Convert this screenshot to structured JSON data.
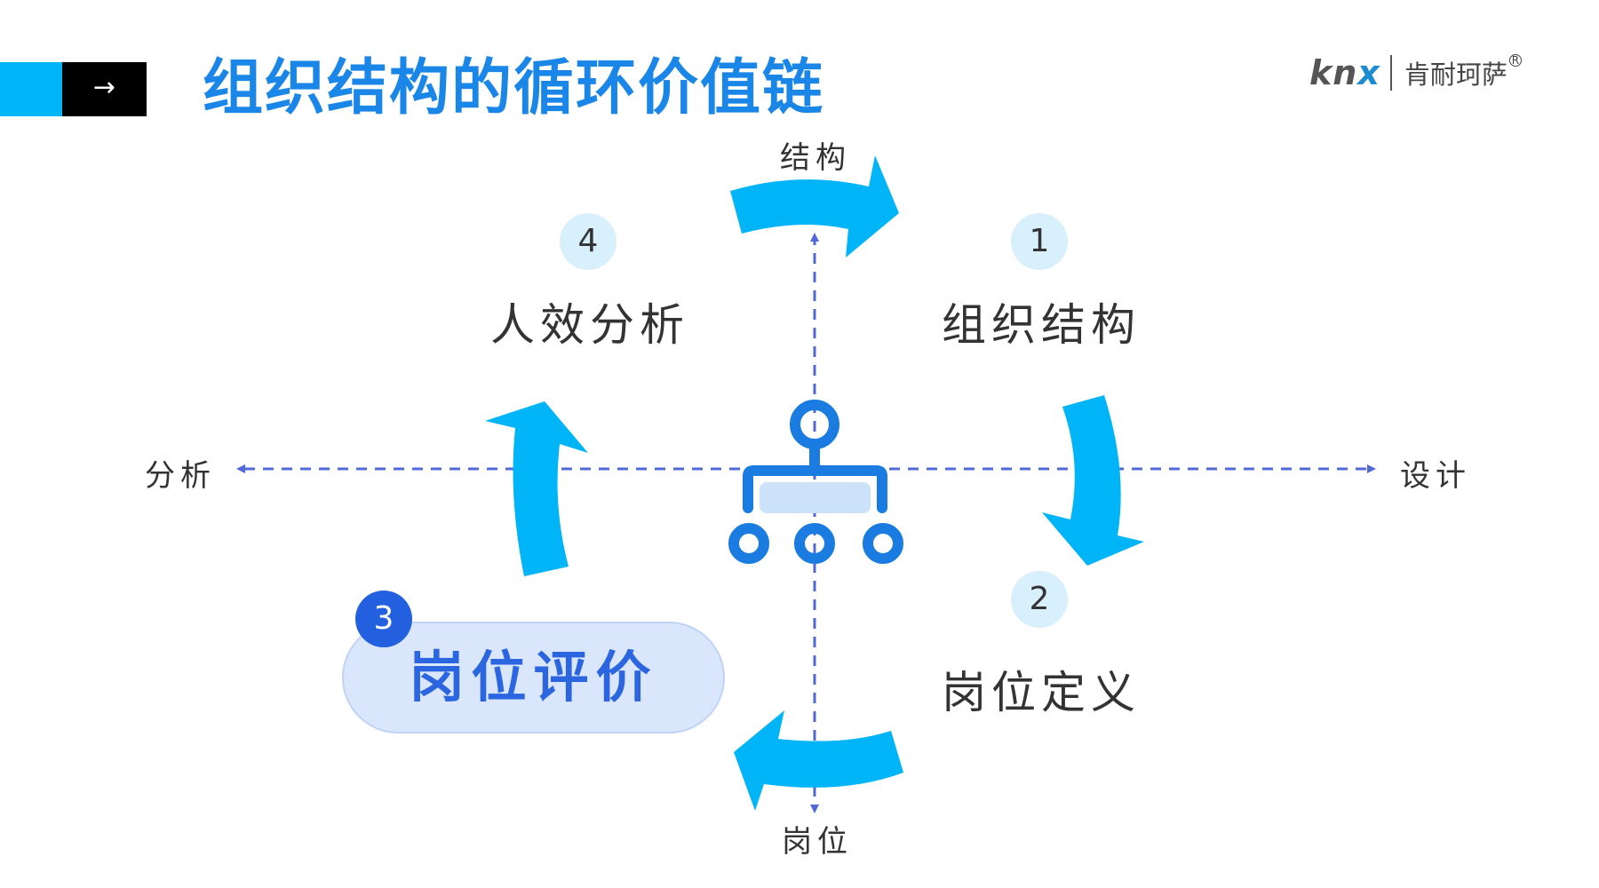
{
  "header": {
    "arrow_glyph": "→",
    "title": "组织结构的循环价值链"
  },
  "logo": {
    "latin_kn": "kn",
    "latin_x": "x",
    "chinese": "肯耐珂萨",
    "registered": "R"
  },
  "axes": {
    "top": "结构",
    "bottom": "岗位",
    "left": "分析",
    "right": "设计"
  },
  "steps": [
    {
      "number": "1",
      "label": "组织结构"
    },
    {
      "number": "2",
      "label": "岗位定义"
    },
    {
      "number": "3",
      "label": "岗位评价",
      "highlighted": true
    },
    {
      "number": "4",
      "label": "人效分析"
    }
  ],
  "center_icon": "org-chart-icon",
  "colors": {
    "title": "#1a86e8",
    "arrow": "#00b4f8",
    "axis": "#5068d8",
    "icon": "#1a7be0",
    "highlight_pill": "#d9e6fb",
    "highlight_badge": "#2260e0",
    "number_circle": "#d8effc"
  }
}
